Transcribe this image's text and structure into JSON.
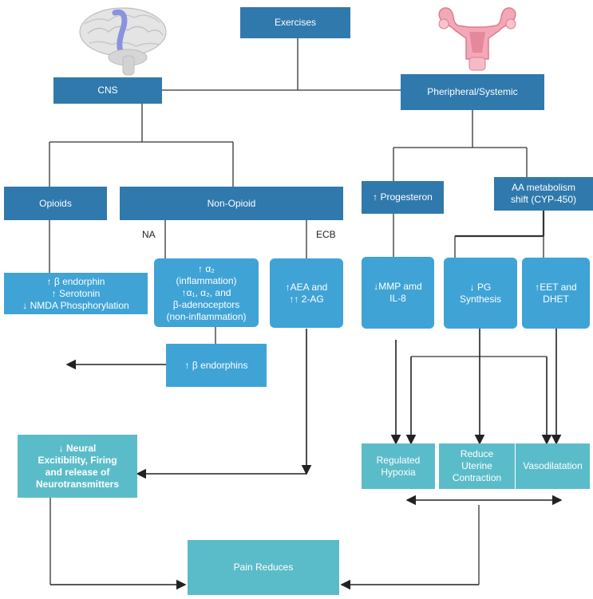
{
  "top": {
    "exercises": "Exercises"
  },
  "branches": {
    "cns": "CNS",
    "peripheral": "Pheripheral/Systemic"
  },
  "cns": {
    "opioids": "Opioids",
    "non_opioid": "Non-Opioid",
    "label_na": "NA",
    "label_ecb": "ECB",
    "opioid_effects": [
      "↑ β endorphin",
      "↑ Serotonin",
      "↓ NMDA Phosphorylation"
    ],
    "na_effects": [
      "↑ α₂",
      "(inflammation)",
      "↑α₁, α₂, and",
      "β-adenoceptors",
      "(non-inflammation)"
    ],
    "ecb_effects": [
      "↑AEA and",
      "↑↑ 2-AG"
    ],
    "beta_endorphins": "↑ β endorphins",
    "neural": [
      "↓ Neural",
      "Excitibility, Firing",
      "and release of",
      "Neurotransmitters"
    ]
  },
  "peripheral": {
    "progesteron": "↑ Progesteron",
    "aa_shift": [
      "AA metabolism",
      "shift (CYP-450)"
    ],
    "mmp": [
      "↓MMP amd",
      "IL-8"
    ],
    "pg": [
      "↓ PG",
      "Synthesis"
    ],
    "eet": [
      "↑EET and",
      "DHET"
    ],
    "hypoxia": [
      "Regulated",
      "Hypoxia"
    ],
    "uterine": [
      "Reduce",
      "Uterine",
      "Contraction"
    ],
    "vaso": "Vasodilatation"
  },
  "result": {
    "pain": "Pain Reduces"
  },
  "colors": {
    "dark": "#2f79ad",
    "medium": "#3fa3d6",
    "teal": "#5bbcc9",
    "line": "#333333"
  },
  "icons": {
    "brain": "brain-icon",
    "uterus": "uterus-icon"
  }
}
